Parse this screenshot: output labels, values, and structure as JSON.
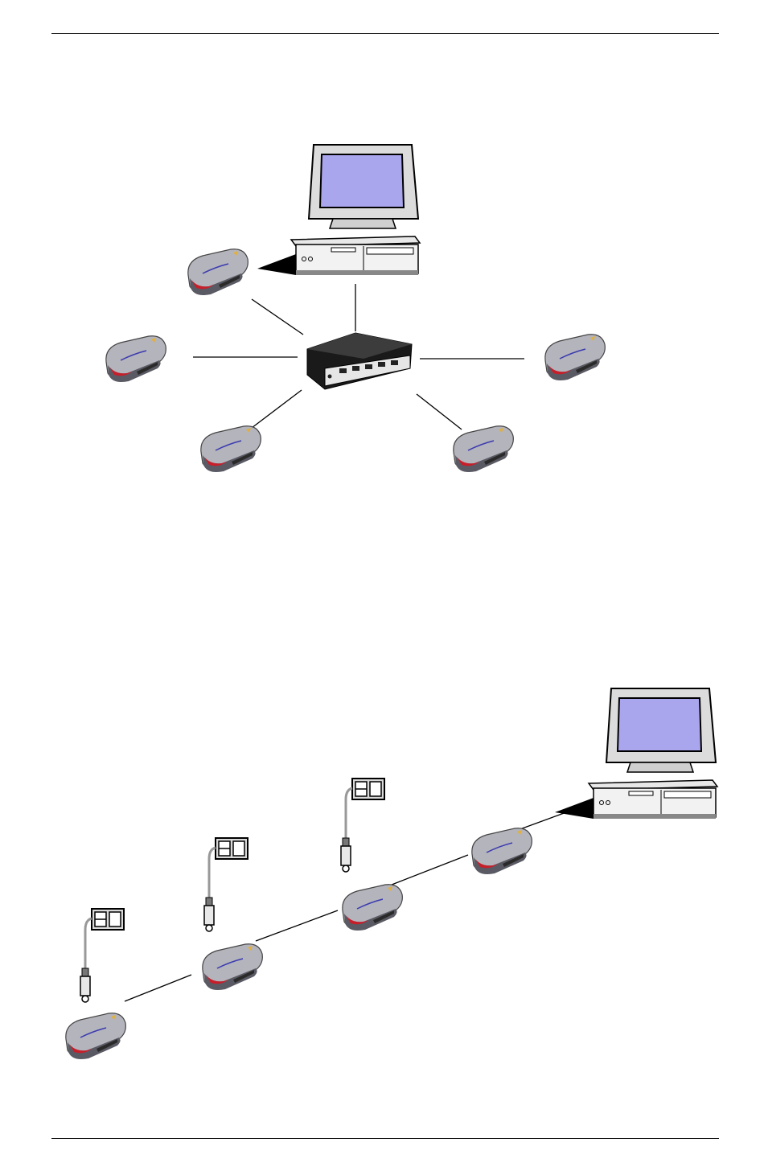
{
  "diagrams": [
    {
      "topology": "star",
      "host": "computer",
      "center": "hub",
      "devices": [
        "device",
        "device",
        "device",
        "device",
        "device"
      ]
    },
    {
      "topology": "daisy-chain",
      "host": "computer",
      "devices": [
        "device",
        "device",
        "device",
        "device"
      ],
      "power_adapters": 3
    }
  ],
  "colors": {
    "screen": "#a9a4ee",
    "device_body": "#b8b8c0",
    "device_accent": "#c81e2a",
    "hub_body": "#1a1a1a",
    "line": "#000000"
  }
}
